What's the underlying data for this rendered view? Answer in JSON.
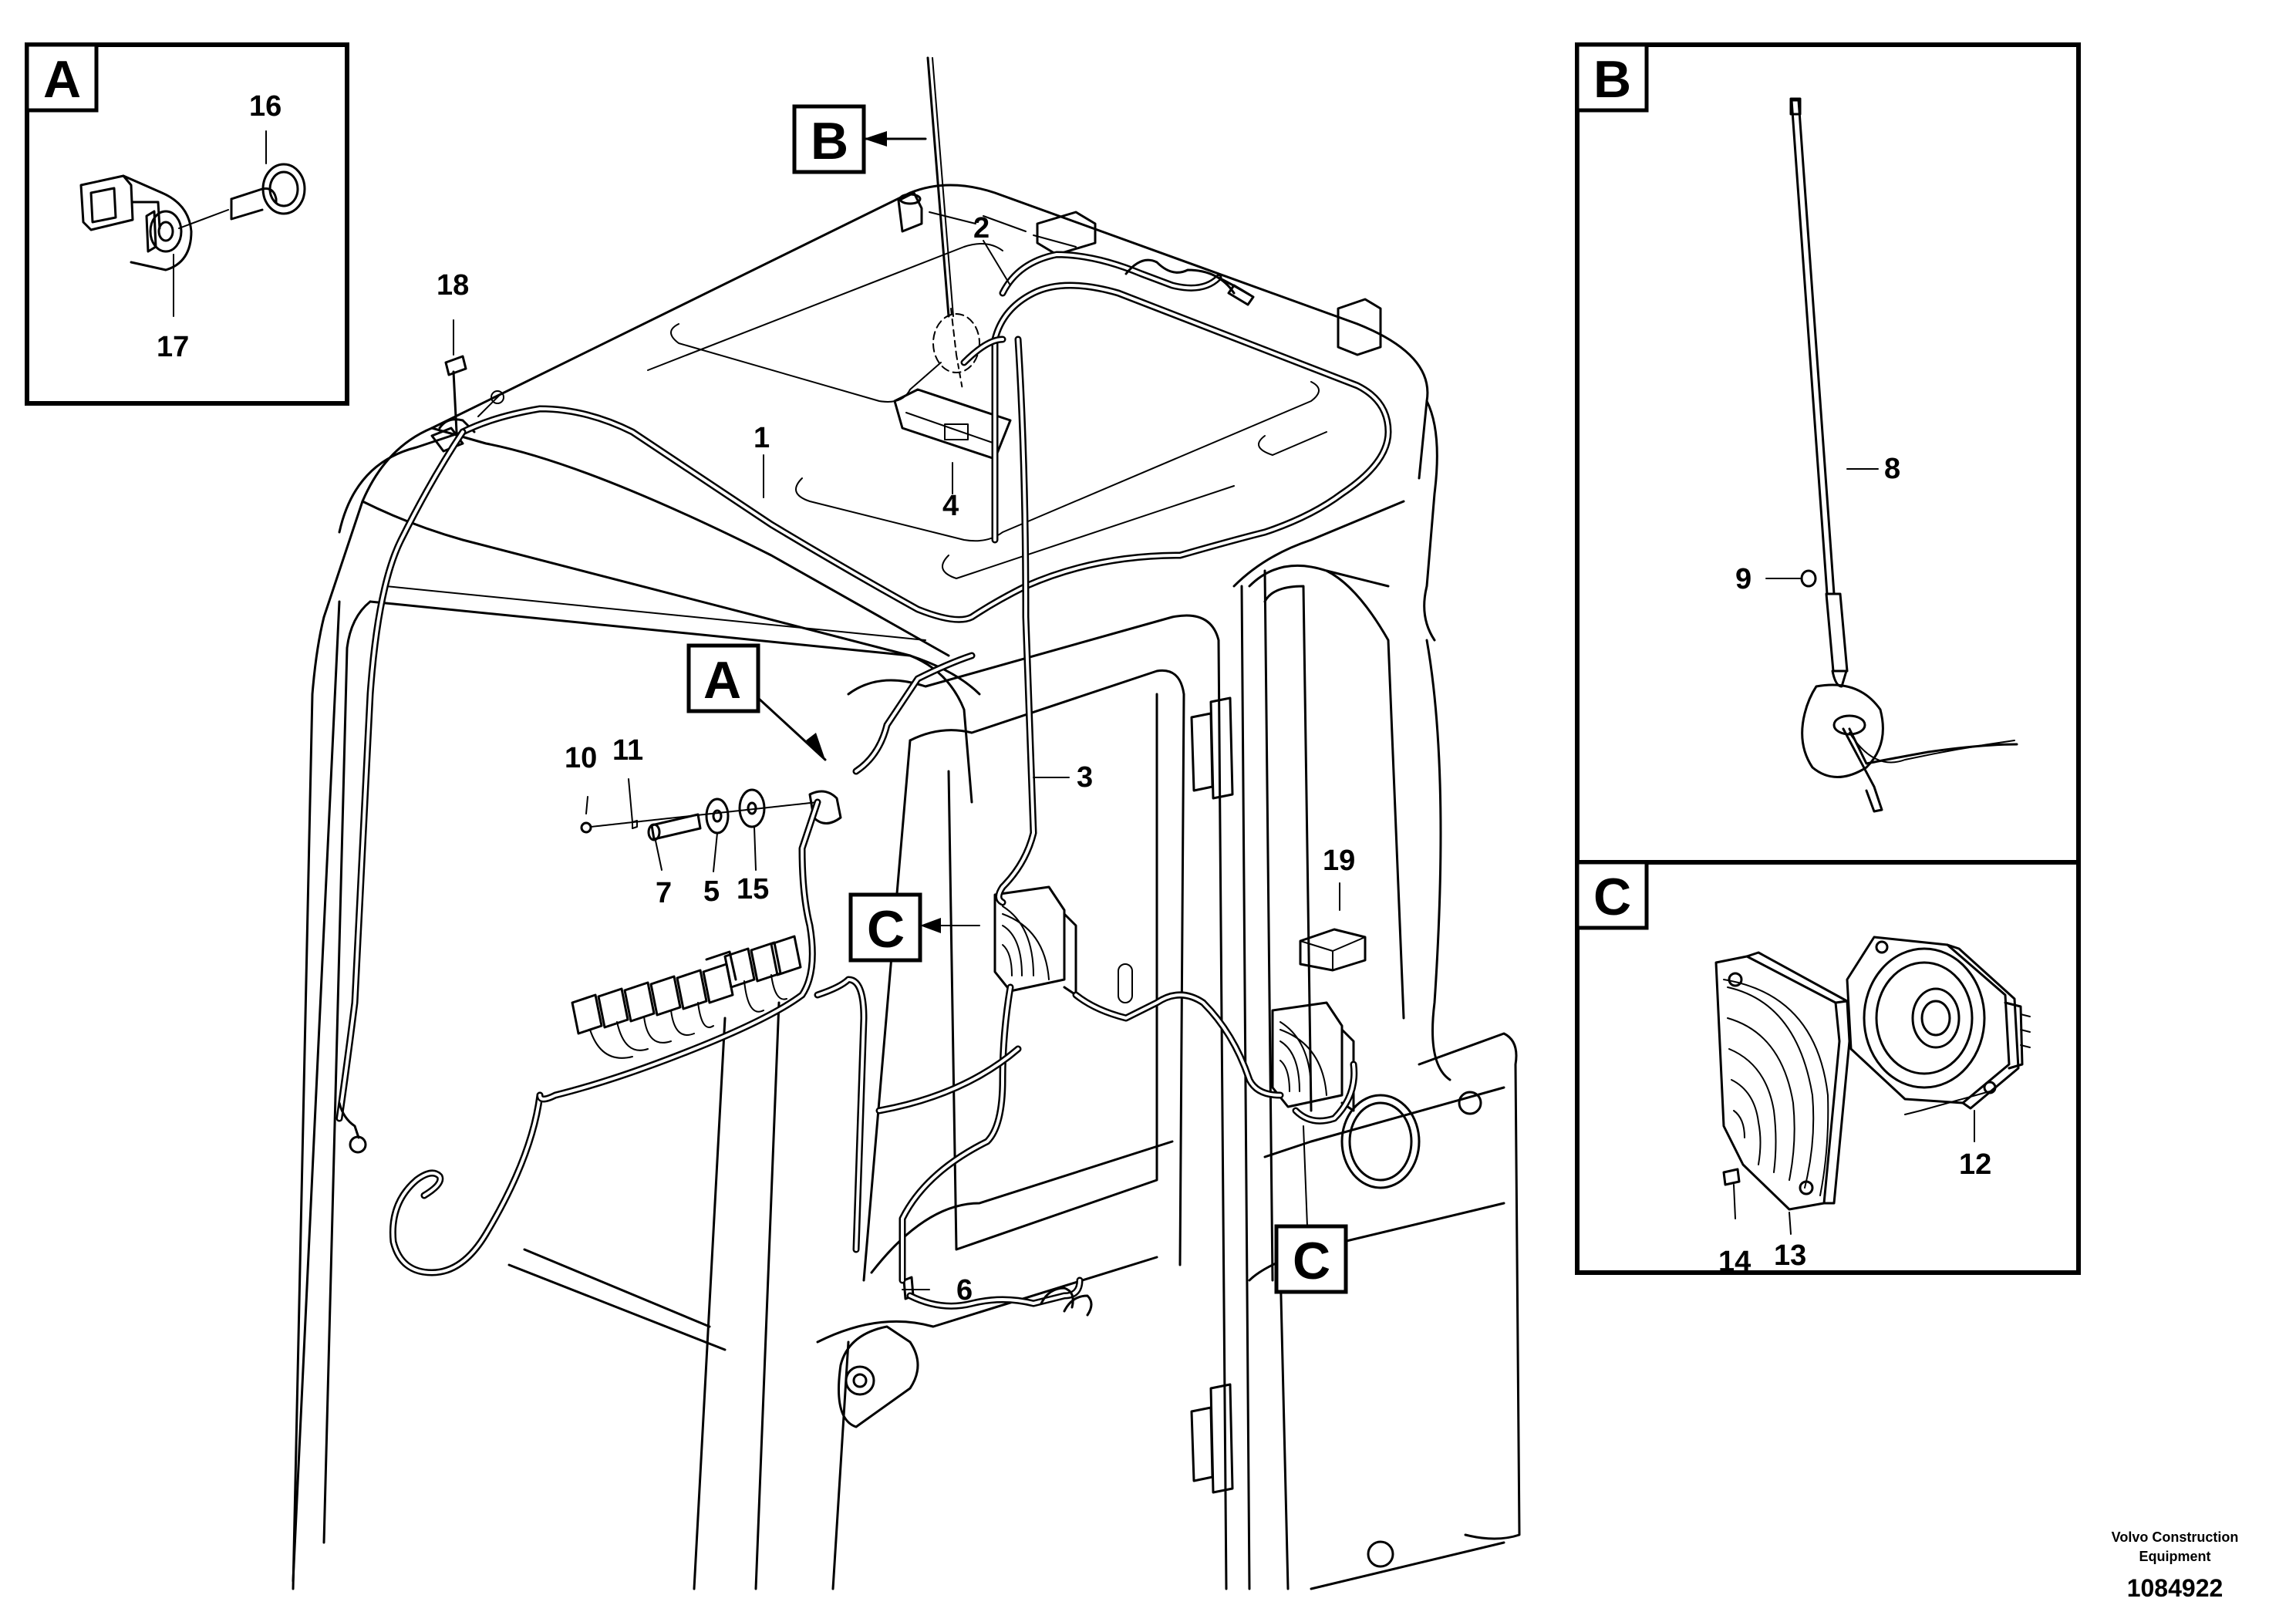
{
  "callouts": {
    "p1": "1",
    "p2": "2",
    "p3": "3",
    "p4": "4",
    "p5": "5",
    "p6": "6",
    "p7": "7",
    "p8": "8",
    "p9": "9",
    "p10": "10",
    "p11": "11",
    "p12": "12",
    "p13": "13",
    "p14": "14",
    "p15": "15",
    "p16": "16",
    "p17": "17",
    "p18": "18",
    "p19": "19"
  },
  "view_tags": {
    "detail_a": "A",
    "detail_b": "B",
    "detail_c": "C",
    "ref_a": "A",
    "ref_b": "B",
    "ref_c1": "C",
    "ref_c2": "C"
  },
  "footer": {
    "company_line1": "Volvo Construction",
    "company_line2": "Equipment",
    "doc_number": "1084922"
  }
}
